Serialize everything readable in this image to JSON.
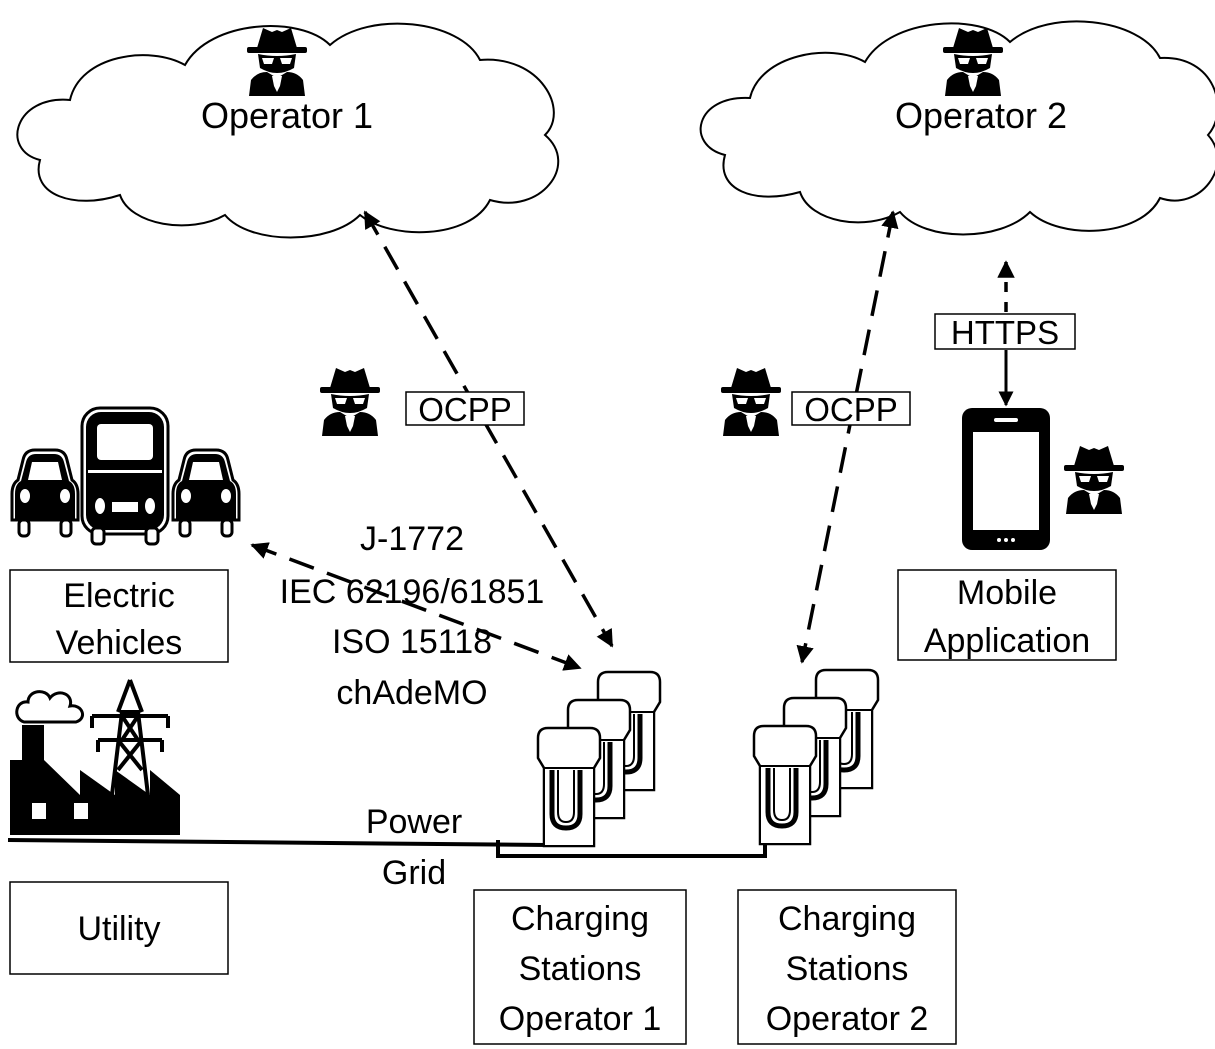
{
  "operators": {
    "op1": "Operator 1",
    "op2": "Operator 2"
  },
  "protocols": {
    "ocpp_left": "OCPP",
    "ocpp_right": "OCPP",
    "https": "HTTPS",
    "ev_standards": [
      "J-1772",
      "IEC 62196/61851",
      "ISO 15118",
      "chAdeMO"
    ]
  },
  "labels": {
    "electric_vehicles": [
      "Electric",
      "Vehicles"
    ],
    "mobile_app": [
      "Mobile",
      "Application"
    ],
    "utility": "Utility",
    "power_grid": [
      "Power",
      "Grid"
    ],
    "cs_op1": [
      "Charging",
      "Stations",
      "Operator 1"
    ],
    "cs_op2": [
      "Charging",
      "Stations",
      "Operator 2"
    ]
  },
  "icons": {
    "attacker": "spy-icon",
    "cloud": "cloud-icon",
    "cars": "electric-vehicle-icon",
    "phone": "smartphone-icon",
    "factory": "power-plant-icon",
    "tower": "transmission-tower-icon",
    "charger": "charging-station-icon"
  },
  "colors": {
    "stroke": "#000000",
    "fill": "#ffffff"
  }
}
